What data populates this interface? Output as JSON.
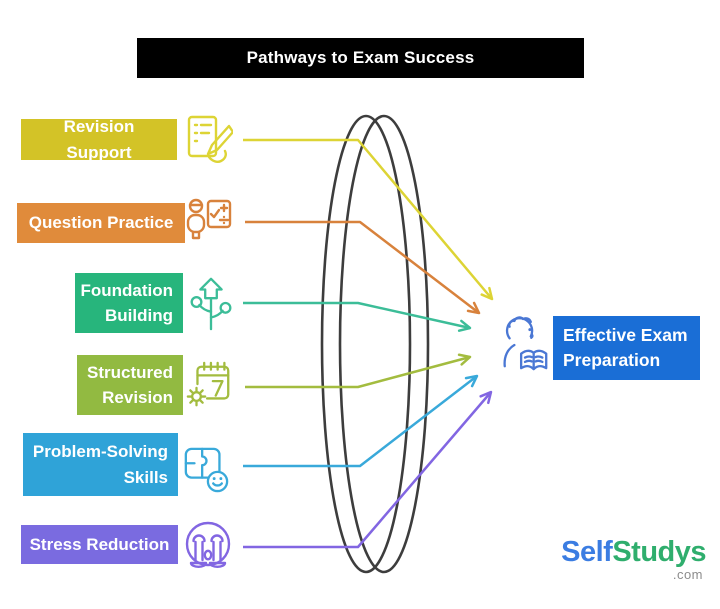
{
  "title": "Pathways to Exam Success",
  "title_bg": "#000000",
  "lens_color": "#3d3d3d",
  "pathways": [
    {
      "label": "Revision Support",
      "box_color": "#d3c327",
      "accent": "#ddd435",
      "icon": "writing-note-icon"
    },
    {
      "label": "Question Practice",
      "box_color": "#e08b3b",
      "accent": "#d8823c",
      "icon": "teacher-board-icon"
    },
    {
      "label": "Foundation Building",
      "box_color": "#27b57c",
      "accent": "#3cbd98",
      "icon": "growth-plant-icon"
    },
    {
      "label": "Structured Revision",
      "box_color": "#92ba41",
      "accent": "#a3bc3f",
      "icon": "calendar-gear-icon"
    },
    {
      "label": "Problem-Solving Skills",
      "box_color": "#2fa3d8",
      "accent": "#39a9da",
      "icon": "puzzle-smiley-icon"
    },
    {
      "label": "Stress Reduction",
      "box_color": "#7a6be0",
      "accent": "#8266e2",
      "icon": "crying-face-icon"
    }
  ],
  "result": {
    "label": "Effective Exam Preparation",
    "box_color": "#1a6ed6",
    "icon_color": "#4a77d4",
    "icon": "person-reading-icon"
  },
  "logo": {
    "part1": "Self",
    "part2": "Studys",
    "suffix": ".com",
    "part1_color": "#3b7de2",
    "part2_color": "#2fae6d"
  }
}
